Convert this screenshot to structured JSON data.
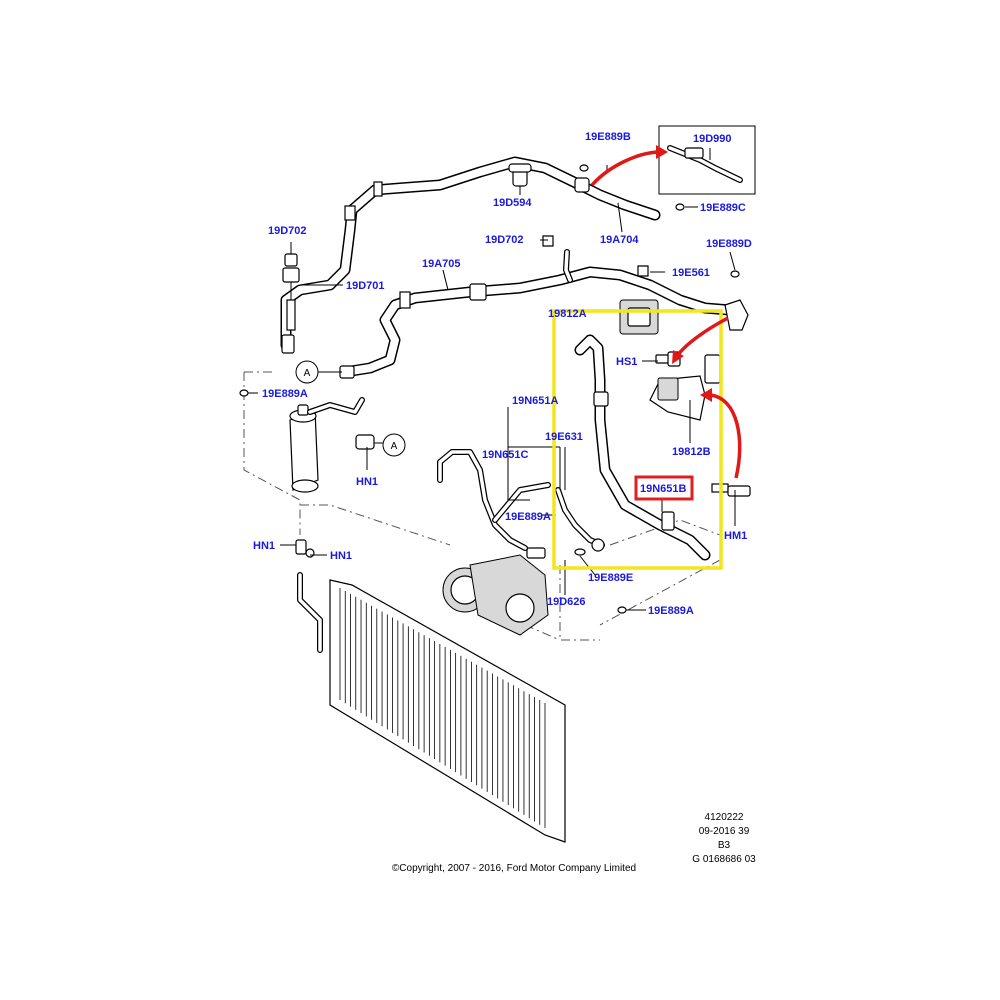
{
  "theme": {
    "label_color": "#1a1adc",
    "highlight_box_color": "#f2e61c",
    "selected_label_border": "#e02020",
    "arrow_color": "#e01818"
  },
  "labels": {
    "l19E889B": "19E889B",
    "l19D990": "19D990",
    "l19D594": "19D594",
    "l19A704": "19A704",
    "l19E889C": "19E889C",
    "l19D702a": "19D702",
    "l19D702b": "19D702",
    "l19E889D": "19E889D",
    "l19D701": "19D701",
    "l19A705": "19A705",
    "l19E561": "19E561",
    "l19812A": "19812A",
    "lHS1": "HS1",
    "l19E889A_left": "19E889A",
    "l19N651A": "19N651A",
    "l19E631": "19E631",
    "l19812B": "19812B",
    "l19N651C": "19N651C",
    "lHN1_a": "HN1",
    "l19N651B": "19N651B",
    "lHM1": "HM1",
    "l19E889A_mid": "19E889A",
    "lHN1_b": "HN1",
    "lHN1_c": "HN1",
    "l19E889E": "19E889E",
    "l19D626": "19D626",
    "l19E889A_right": "19E889A"
  },
  "refs": {
    "circle_a": "A",
    "circle_a2": "A"
  },
  "footer": {
    "ref1": "4120222",
    "ref2": "09-2016 39",
    "ref3": "B3",
    "ref4": "G 0168686 03",
    "copyright": "©Copyright, 2007 - 2016, Ford Motor Company Limited"
  }
}
